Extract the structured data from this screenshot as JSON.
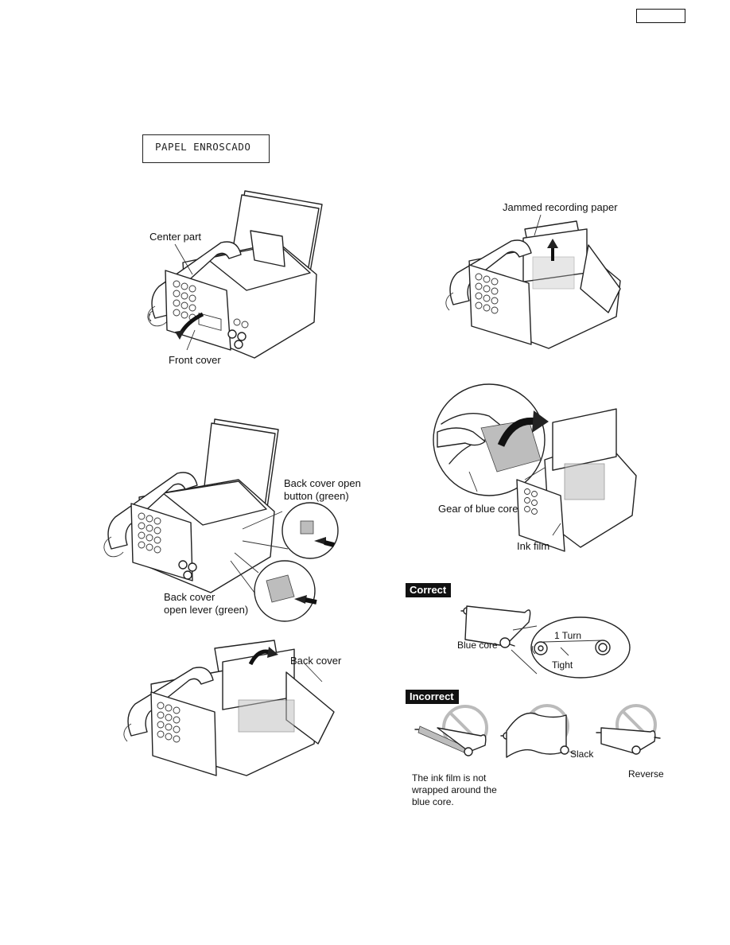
{
  "lcd_message": "PAPEL ENROSCADO",
  "labels": {
    "center_part": "Center part",
    "front_cover": "Front cover",
    "back_cover_button": [
      "Back cover open",
      "button (green)"
    ],
    "back_cover_lever": [
      "Back cover",
      "open lever (green)"
    ],
    "back_cover": "Back cover",
    "jammed_paper": "Jammed recording paper",
    "gear_blue_core": "Gear of blue core",
    "ink_film": "Ink film",
    "blue_core": "Blue core",
    "one_turn": "1 Turn",
    "tight": "Tight",
    "slack": "Slack",
    "reverse": "Reverse",
    "not_wrapped": [
      "The ink film is not",
      "wrapped around the",
      "blue core."
    ]
  },
  "tags": {
    "correct": "Correct",
    "incorrect": "Incorrect"
  }
}
